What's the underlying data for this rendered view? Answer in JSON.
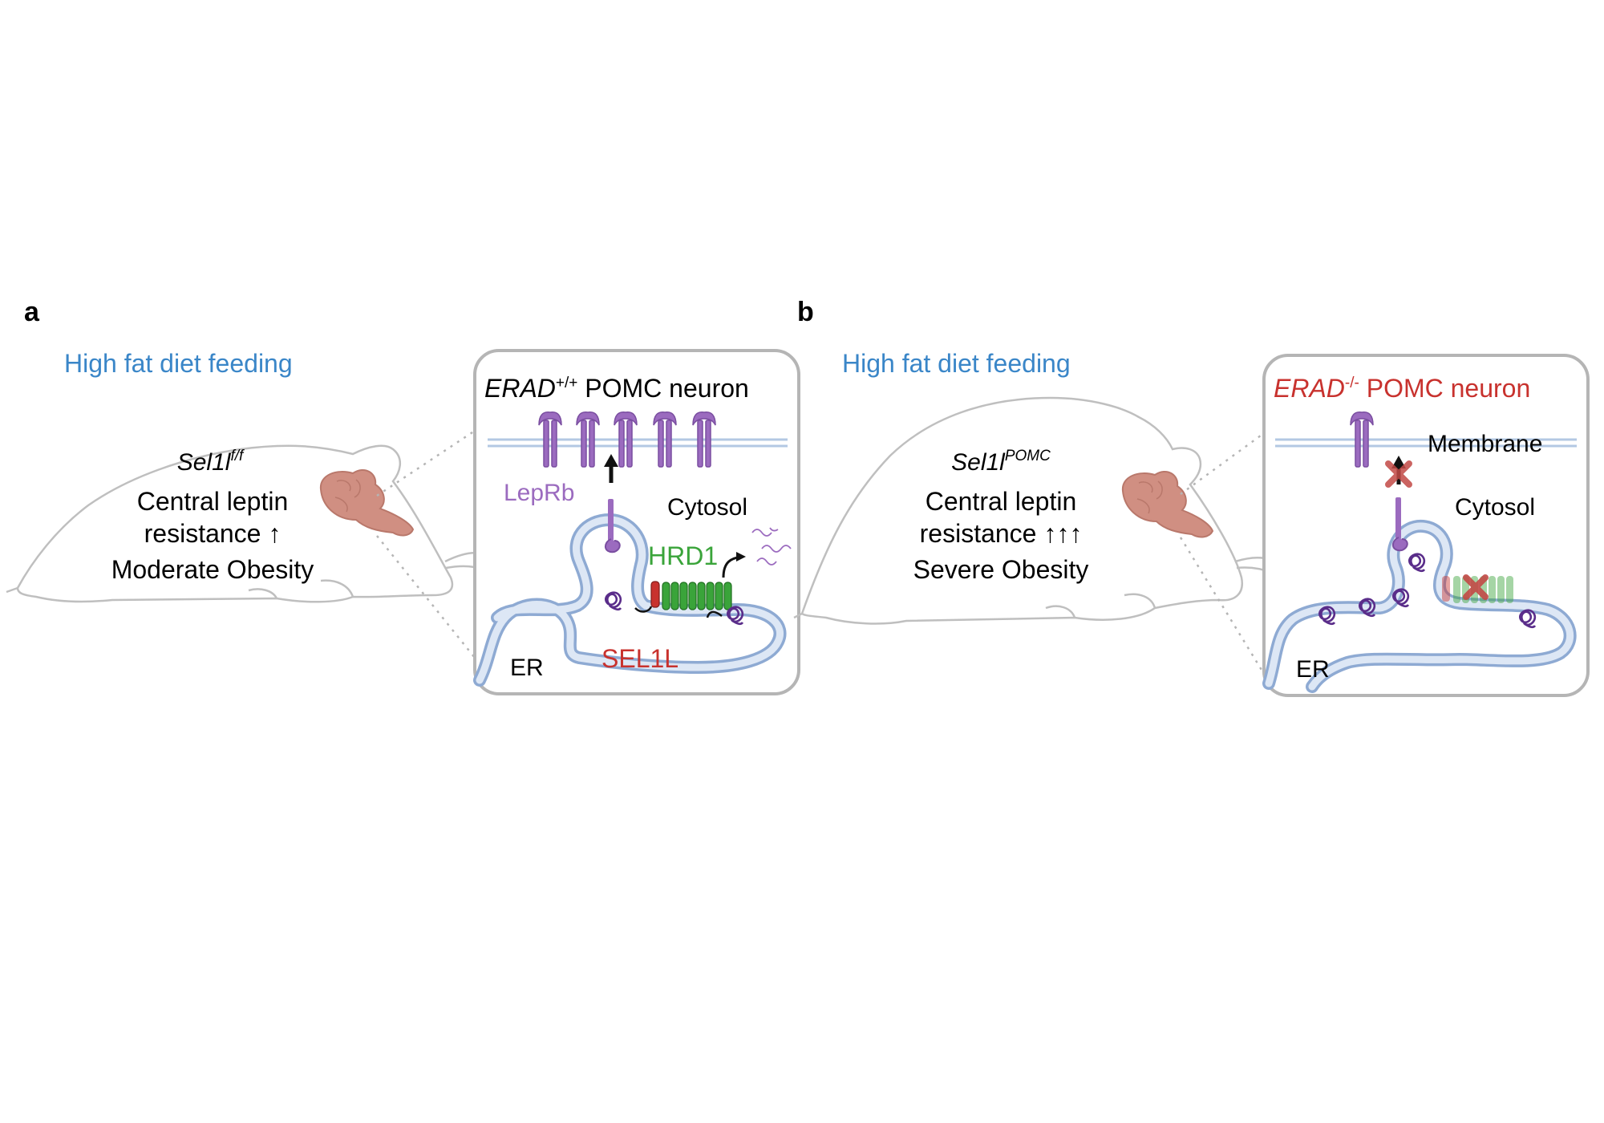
{
  "colors": {
    "blue_text": "#3a86c8",
    "red_text": "#c8322e",
    "purple": "#9b6bbf",
    "purple_dark": "#5a2d8a",
    "green": "#3aa43a",
    "er_fill": "#c9d9ef",
    "er_stroke": "#8eaad3",
    "mouse_outline": "#bfbfbf",
    "brain": "#d08f82",
    "box_border": "#b5b5b5",
    "x_mark": "#c24a46"
  },
  "panel_a": {
    "letter": "a",
    "diet": "High fat diet feeding",
    "genotype_base": "Sel1l",
    "genotype_sup": "f/f",
    "line1": "Central leptin",
    "line2": "resistance ↑",
    "line3": "Moderate Obesity",
    "inset": {
      "title_gene": "ERAD",
      "title_sup": "+/+",
      "title_rest": " POMC neuron",
      "leprb": "LepRb",
      "cytosol": "Cytosol",
      "hrd1": "HRD1",
      "er": "ER",
      "sel1l": "SEL1L"
    },
    "icons": [
      "mouse-icon",
      "brain-icon",
      "receptor-icon",
      "misfolded-protein-icon",
      "hrd1-complex-icon"
    ]
  },
  "panel_b": {
    "letter": "b",
    "diet": "High fat diet feeding",
    "genotype_base": "Sel1l",
    "genotype_sup": "POMC",
    "line1": "Central leptin",
    "line2": "resistance ↑↑↑",
    "line3": "Severe Obesity",
    "inset": {
      "title_gene": "ERAD",
      "title_sup": "-/-",
      "title_rest": " POMC neuron",
      "membrane": "Membrane",
      "cytosol": "Cytosol",
      "er": "ER"
    },
    "icons": [
      "mouse-icon",
      "brain-icon",
      "receptor-icon",
      "block-x-icon",
      "misfolded-protein-icon"
    ]
  }
}
